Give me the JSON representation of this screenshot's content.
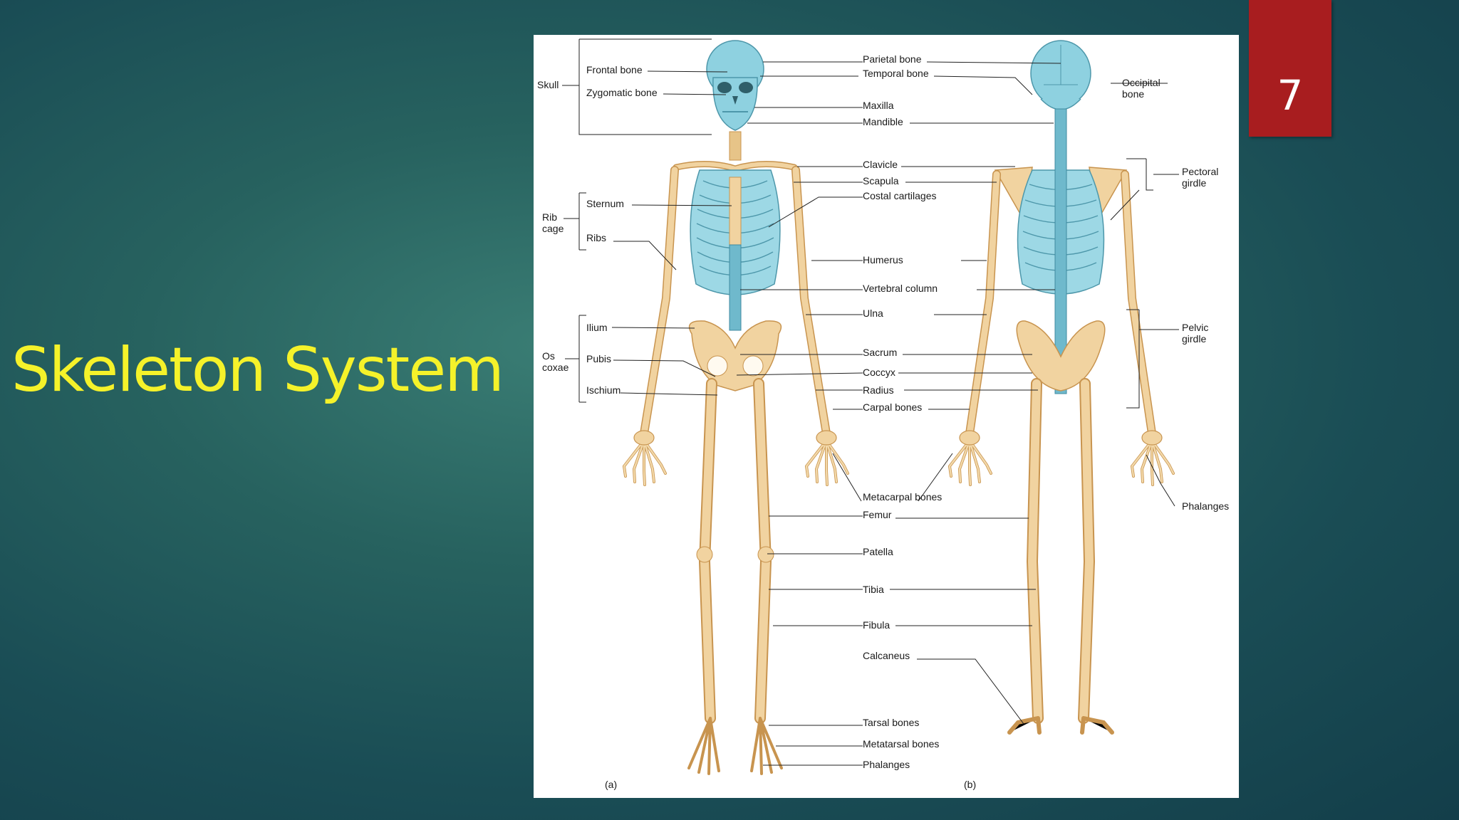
{
  "slide": {
    "title": "Skeleton System",
    "page_number": "7"
  },
  "figure": {
    "groups": {
      "skull": "Skull",
      "rib_cage": "Rib cage",
      "os_coxae": "Os coxae",
      "pectoral_girdle": "Pectoral girdle",
      "pelvic_girdle": "Pelvic girdle",
      "occipital_bone": "Occipital bone",
      "phalanges_right": "Phalanges"
    },
    "left_labels": {
      "frontal": "Frontal bone",
      "zygomatic": "Zygomatic bone",
      "sternum": "Sternum",
      "ribs": "Ribs",
      "ilium": "Ilium",
      "pubis": "Pubis",
      "ischium": "Ischium"
    },
    "center_labels": {
      "parietal": "Parietal bone",
      "temporal": "Temporal bone",
      "maxilla": "Maxilla",
      "mandible": "Mandible",
      "clavicle": "Clavicle",
      "scapula": "Scapula",
      "costal": "Costal cartilages",
      "humerus": "Humerus",
      "vertebral": "Vertebral column",
      "ulna": "Ulna",
      "sacrum": "Sacrum",
      "coccyx": "Coccyx",
      "radius": "Radius",
      "carpal": "Carpal bones",
      "metacarpal": "Metacarpal bones",
      "femur": "Femur",
      "patella": "Patella",
      "tibia": "Tibia",
      "fibula": "Fibula",
      "calcaneus": "Calcaneus",
      "tarsal": "Tarsal bones",
      "metatarsal": "Metatarsal bones",
      "phalanges": "Phalanges"
    },
    "panel_a": "(a)",
    "panel_b": "(b)"
  },
  "colors": {
    "title": "#f5f22a",
    "badge": "#a81d1f",
    "bone": "#f1d3a0",
    "bone_outline": "#c8944f",
    "axial_bone": "#8ed1e0"
  }
}
